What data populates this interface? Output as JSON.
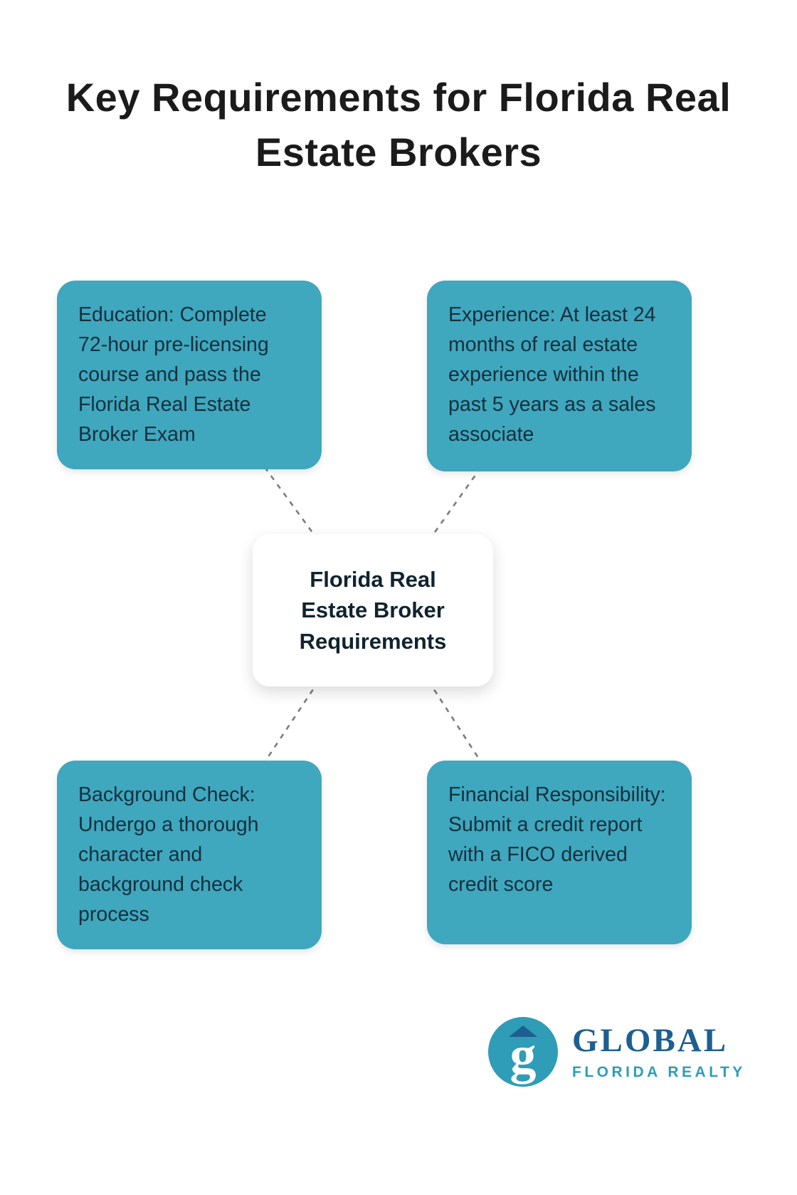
{
  "page": {
    "title": "Key Requirements for Florida Real Estate Brokers"
  },
  "center": {
    "label": "Florida Real Estate Broker Requirements"
  },
  "nodes": [
    {
      "id": "education",
      "text": "Education: Complete 72-hour pre-licensing course and pass the Florida Real Estate Broker Exam"
    },
    {
      "id": "experience",
      "text": "Experience: At least 24 months of real estate experience within the past 5 years as a sales associate"
    },
    {
      "id": "background",
      "text": "Background Check: Undergo a thorough character and background check process"
    },
    {
      "id": "financial",
      "text": "Financial Responsibility: Submit a credit report with a FICO derived credit score"
    }
  ],
  "logo": {
    "monogram": "g",
    "name": "GLOBAL",
    "tagline": "FLORIDA REALTY"
  },
  "colors": {
    "node_background": "#3fa7be",
    "node_text": "#15303d",
    "title_text": "#1b1b1b",
    "connector": "#7c7c7c",
    "brand_blue": "#1d5f90",
    "brand_teal": "#2f9cb8"
  }
}
